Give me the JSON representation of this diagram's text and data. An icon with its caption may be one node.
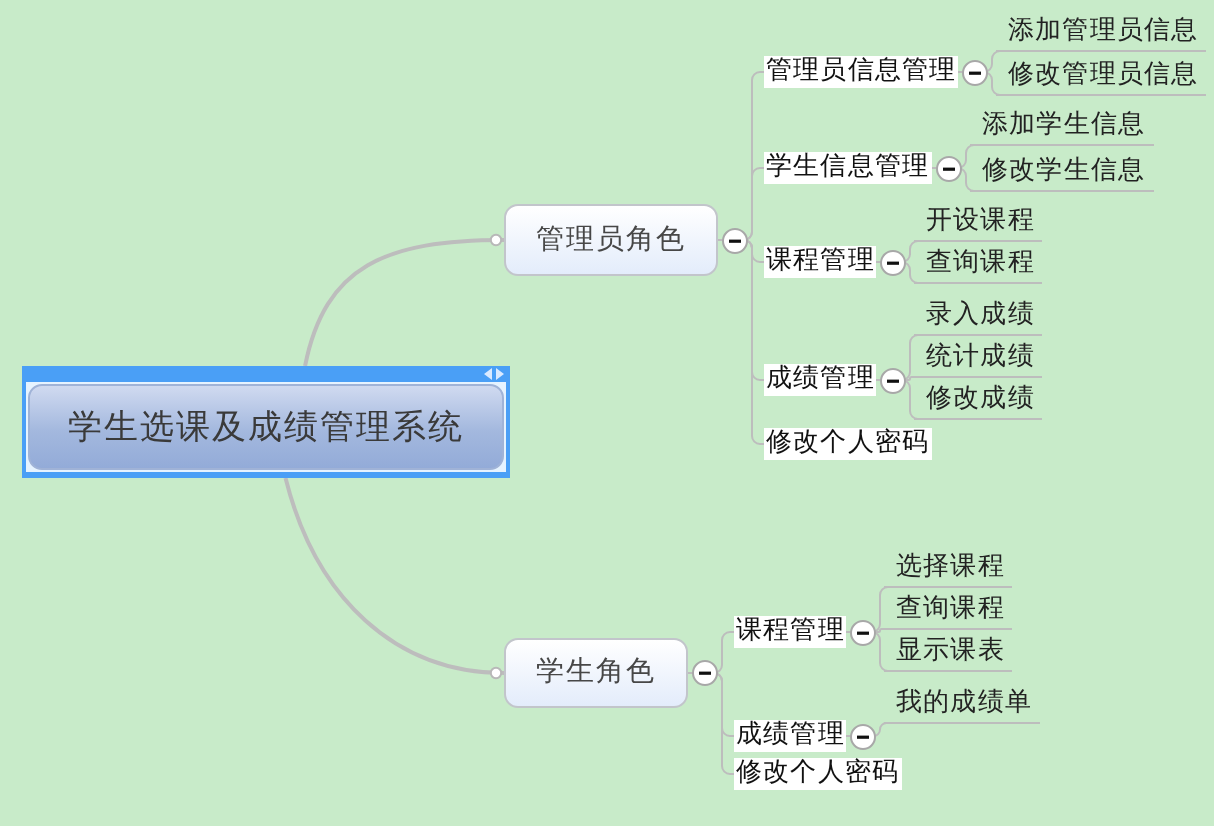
{
  "diagram": {
    "nodes": [
      {
        "text": [
          "学生选课及成绩管理系统"
        ]
      },
      {
        "text": [
          "管理员角色"
        ]
      },
      {
        "text": [
          "管理员信息管理"
        ]
      },
      {
        "text": [
          "添加管理员信息"
        ]
      },
      {
        "text": [
          "修改管理员信息"
        ]
      },
      {
        "text": [
          "学生信息管理"
        ]
      },
      {
        "text": [
          "添加学生信息"
        ]
      },
      {
        "text": [
          "修改学生信息"
        ]
      },
      {
        "text": [
          "课程管理"
        ]
      },
      {
        "text": [
          "开设课程"
        ]
      },
      {
        "text": [
          "查询课程"
        ]
      },
      {
        "text": [
          "成绩管理"
        ]
      },
      {
        "text": [
          "录入成绩"
        ]
      },
      {
        "text": [
          "统计成绩"
        ]
      },
      {
        "text": [
          "修改成绩"
        ]
      },
      {
        "text": [
          "修改个人密码"
        ]
      },
      {
        "text": [
          "学生角色"
        ]
      },
      {
        "text": [
          "课程管理"
        ]
      },
      {
        "text": [
          "选择课程"
        ]
      },
      {
        "text": [
          "查询课程"
        ]
      },
      {
        "text": [
          "显示课表"
        ]
      },
      {
        "text": [
          "成绩管理"
        ]
      },
      {
        "text": [
          "我的成绩单"
        ]
      },
      {
        "text": [
          "修改个人密码"
        ]
      }
    ],
    "edges": [
      {
        "from": 0,
        "to": 1,
        "arrow": "other"
      },
      {
        "from": 0,
        "to": 16,
        "arrow": "other"
      },
      {
        "from": 1,
        "to": 2,
        "arrow": "none"
      },
      {
        "from": 2,
        "to": 3,
        "arrow": "none"
      },
      {
        "from": 2,
        "to": 4,
        "arrow": "none"
      },
      {
        "from": 1,
        "to": 5,
        "arrow": "none"
      },
      {
        "from": 5,
        "to": 6,
        "arrow": "none"
      },
      {
        "from": 5,
        "to": 7,
        "arrow": "none"
      },
      {
        "from": 1,
        "to": 8,
        "arrow": "none"
      },
      {
        "from": 8,
        "to": 9,
        "arrow": "none"
      },
      {
        "from": 8,
        "to": 10,
        "arrow": "none"
      },
      {
        "from": 1,
        "to": 11,
        "arrow": "none"
      },
      {
        "from": 11,
        "to": 12,
        "arrow": "none"
      },
      {
        "from": 11,
        "to": 13,
        "arrow": "none"
      },
      {
        "from": 11,
        "to": 14,
        "arrow": "none"
      },
      {
        "from": 1,
        "to": 15,
        "arrow": "none"
      },
      {
        "from": 16,
        "to": 17,
        "arrow": "none"
      },
      {
        "from": 17,
        "to": 18,
        "arrow": "none"
      },
      {
        "from": 17,
        "to": 19,
        "arrow": "none"
      },
      {
        "from": 17,
        "to": 20,
        "arrow": "none"
      },
      {
        "from": 16,
        "to": 21,
        "arrow": "none"
      },
      {
        "from": 21,
        "to": 22,
        "arrow": "none"
      },
      {
        "from": 16,
        "to": 23,
        "arrow": "none"
      }
    ]
  }
}
